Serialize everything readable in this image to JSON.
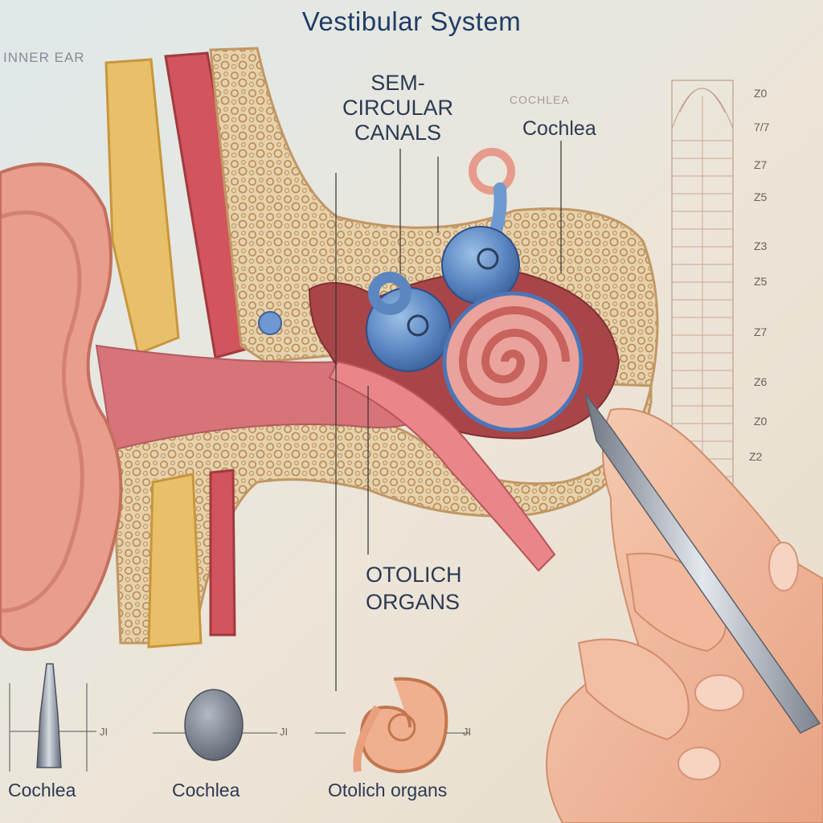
{
  "title": "Vestibular System",
  "labels": {
    "inner_ear": "INNER EAR",
    "semicircular_canals": [
      "SEM-",
      "CIRCULAR",
      "CANALS"
    ],
    "faint_cochlea": "COCHLEA",
    "cochlea": "Cochlea",
    "otolith_organs": [
      "OTOLICH",
      "ORGANS"
    ]
  },
  "scale_ticks": [
    "Z0",
    "7/7",
    "Z7",
    "Z5",
    "Z3",
    "Z5",
    "Z7",
    "Z6",
    "Z0",
    "Z2"
  ],
  "bottom_row": {
    "items": [
      "Cochlea",
      "Cochlea",
      "Otolich organs"
    ],
    "tick_labels": [
      "JΙ",
      "JΙ",
      "JΙ"
    ]
  }
}
